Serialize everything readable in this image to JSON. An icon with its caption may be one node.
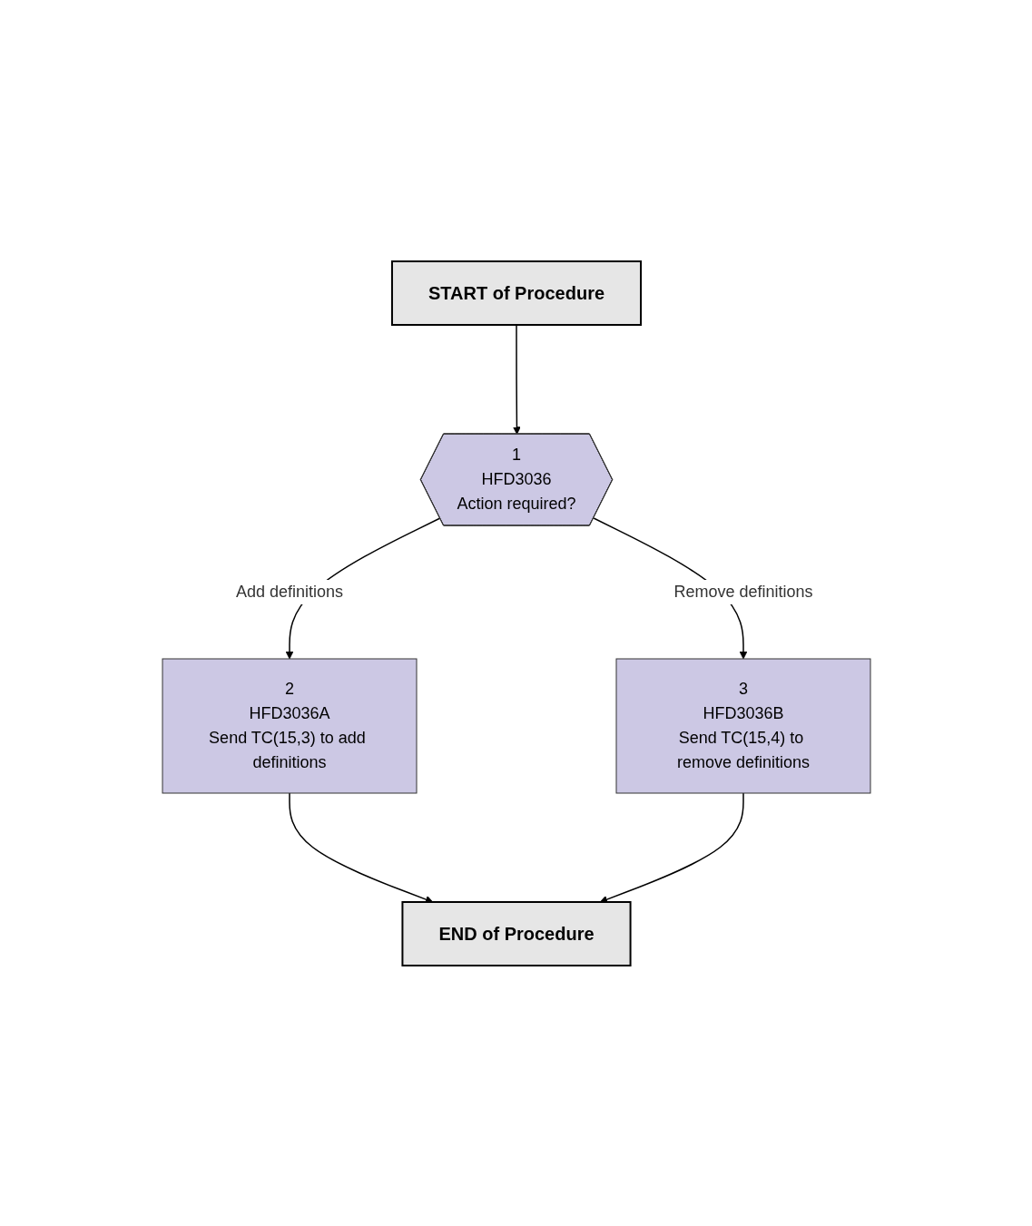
{
  "diagram": {
    "nodes": [
      {
        "text": [
          "START of Procedure"
        ]
      },
      {
        "text": [
          "1",
          "HFD3036",
          "Action required?"
        ]
      },
      {
        "text": [
          "2",
          "HFD3036A",
          "Send TC(15,3) to add definitions"
        ]
      },
      {
        "text": [
          "3",
          "HFD3036B",
          "Send TC(15,4) to remove definitions"
        ]
      },
      {
        "text": [
          "END of Procedure"
        ]
      }
    ],
    "edges": [
      {
        "from": 0,
        "to": 1,
        "arrow": "to"
      },
      {
        "from": 1,
        "to": 2,
        "arrow": "to",
        "label": "Add definitions"
      },
      {
        "from": 1,
        "to": 3,
        "arrow": "to",
        "label": "Remove definitions"
      },
      {
        "from": 2,
        "to": 4,
        "arrow": "to"
      },
      {
        "from": 3,
        "to": 4,
        "arrow": "to"
      }
    ]
  }
}
